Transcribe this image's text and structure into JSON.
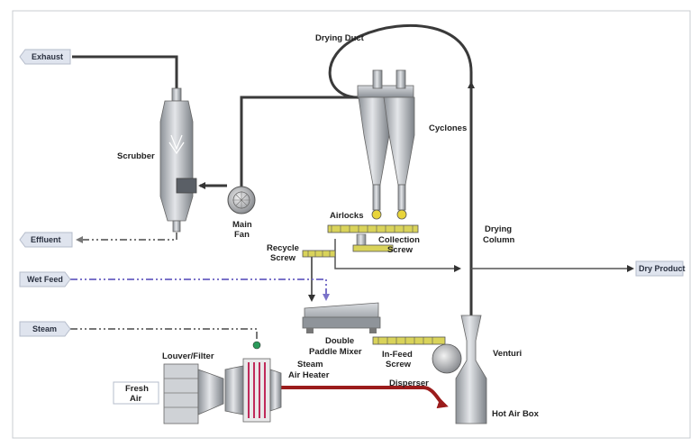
{
  "labels": {
    "exhaust": "Exhaust",
    "drying_duct": "Drying Duct",
    "cyclones": "Cyclones",
    "scrubber": "Scrubber",
    "main_fan_1": "Main",
    "main_fan_2": "Fan",
    "airlocks": "Airlocks",
    "collection_screw_1": "Collection",
    "collection_screw_2": "Screw",
    "effluent": "Effluent",
    "recycle_screw_1": "Recycle",
    "recycle_screw_2": "Screw",
    "drying_column_1": "Drying",
    "drying_column_2": "Column",
    "wet_feed": "Wet Feed",
    "dry_product": "Dry Product",
    "steam": "Steam",
    "double_paddle_mixer_1": "Double",
    "double_paddle_mixer_2": "Paddle Mixer",
    "venturi": "Venturi",
    "in_feed_screw_1": "In-Feed",
    "in_feed_screw_2": "Screw",
    "louver_filter": "Louver/Filter",
    "steam_air_heater_1": "Steam",
    "steam_air_heater_2": "Air Heater",
    "fresh_air_1": "Fresh",
    "fresh_air_2": "Air",
    "disperser": "Disperser",
    "hot_air_box": "Hot Air Box"
  },
  "colors": {
    "duct": "#3a3a3a",
    "effluent_line": "#777777",
    "wet_feed_line": "#7b73c9",
    "hot_air": "#9b1c1c",
    "tag_fill": "#dfe4ee",
    "equipment": "#b8bcc2"
  }
}
